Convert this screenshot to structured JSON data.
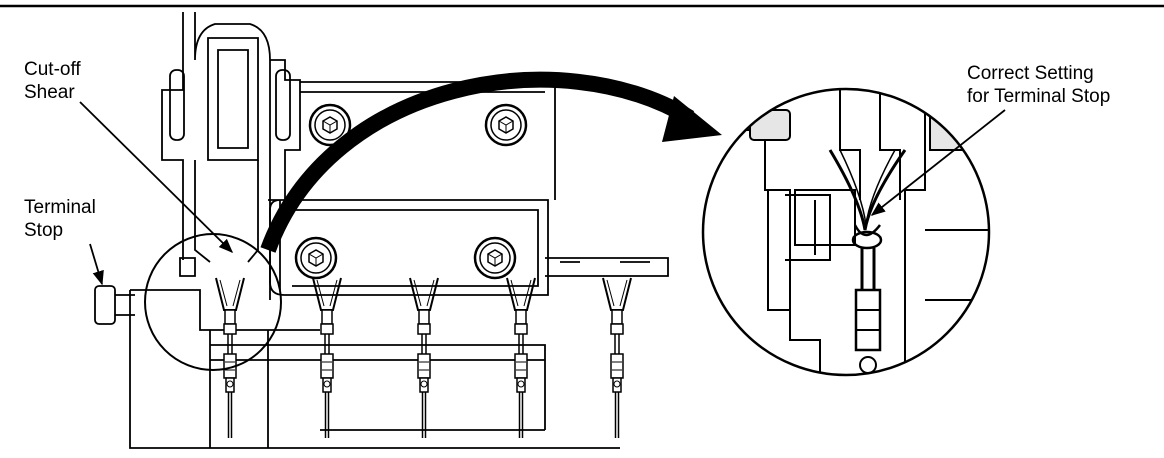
{
  "labels": {
    "cutoff_shear": [
      "Cut-off",
      "Shear"
    ],
    "terminal_stop": [
      "Terminal",
      "Stop"
    ],
    "correct_setting": [
      "Correct Setting",
      "for Terminal Stop"
    ]
  },
  "colors": {
    "line": "#000000",
    "background": "#ffffff",
    "fill_light": "#ffffff",
    "fill_gray": "#e6e6e6"
  }
}
